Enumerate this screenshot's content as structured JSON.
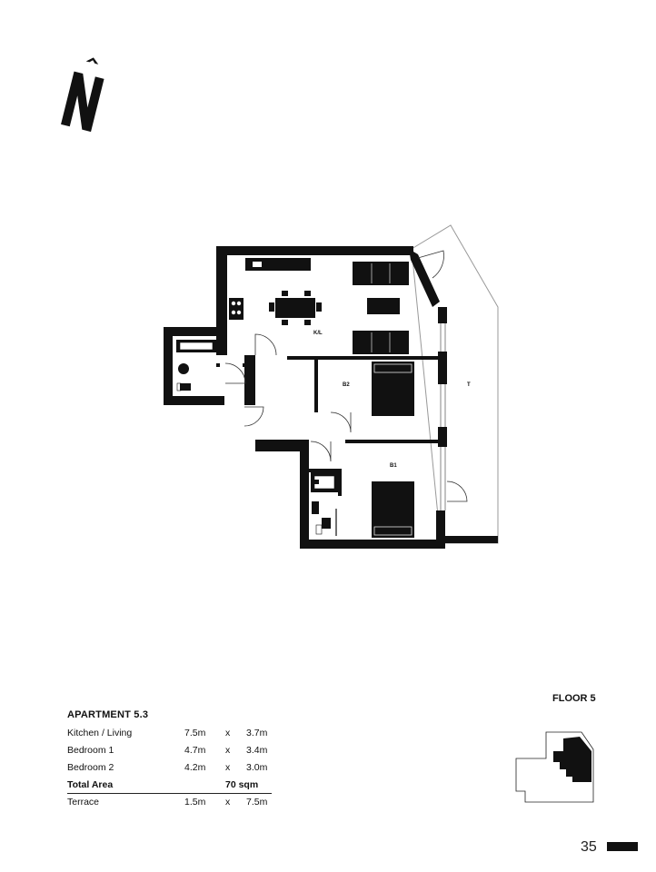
{
  "compass": {
    "label": "N",
    "icon": "north-arrow-icon"
  },
  "plan": {
    "rooms": {
      "kitchen_living": "K/L",
      "bedroom_2": "B2",
      "bedroom_1": "B1",
      "terrace": "T"
    }
  },
  "apartment": {
    "title": "APARTMENT 5.3",
    "rooms": [
      {
        "name": "Kitchen / Living",
        "d1": "7.5m",
        "x": "x",
        "d2": "3.7m"
      },
      {
        "name": "Bedroom 1",
        "d1": "4.7m",
        "x": "x",
        "d2": "3.4m"
      },
      {
        "name": "Bedroom 2",
        "d1": "4.2m",
        "x": "x",
        "d2": "3.0m"
      }
    ],
    "total": {
      "label": "Total Area",
      "value": "70 sqm"
    },
    "terrace": {
      "name": "Terrace",
      "d1": "1.5m",
      "x": "x",
      "d2": "7.5m"
    }
  },
  "floor": {
    "label": "FLOOR 5"
  },
  "page": {
    "number": "35"
  },
  "colors": {
    "ink": "#111111",
    "background": "#ffffff"
  }
}
